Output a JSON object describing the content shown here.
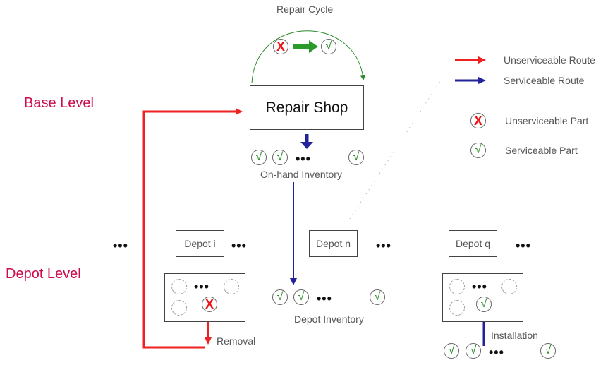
{
  "title": "Repair Cycle",
  "levels": {
    "base": "Base Level",
    "depot": "Depot Level"
  },
  "repair_shop": {
    "label": "Repair Shop",
    "cycle_from": "unserviceable-part",
    "cycle_to": "serviceable-part"
  },
  "inventories": {
    "on_hand": "On-hand Inventory",
    "depot": "Depot Inventory"
  },
  "depots": [
    {
      "label": "Depot i"
    },
    {
      "label": "Depot n"
    },
    {
      "label": "Depot q"
    }
  ],
  "actions": {
    "removal": "Removal",
    "installation": "Installation"
  },
  "ellipsis": "•••",
  "symbols": {
    "unserviceable": "X",
    "serviceable": "√"
  },
  "legend": {
    "items": [
      {
        "label": "Unserviceable Route",
        "kind": "arrow",
        "color": "#ee2222"
      },
      {
        "label": "Serviceable Route",
        "kind": "arrow",
        "color": "#22229a"
      },
      {
        "label": "Unserviceable Part",
        "kind": "part-x"
      },
      {
        "label": "Serviceable Part",
        "kind": "part-ok"
      }
    ]
  },
  "colors": {
    "unserviceable_route": "#ee2222",
    "serviceable_route": "#22229a",
    "repair_cycle": "#2a8a2a",
    "level_label": "#cc0b4f"
  }
}
